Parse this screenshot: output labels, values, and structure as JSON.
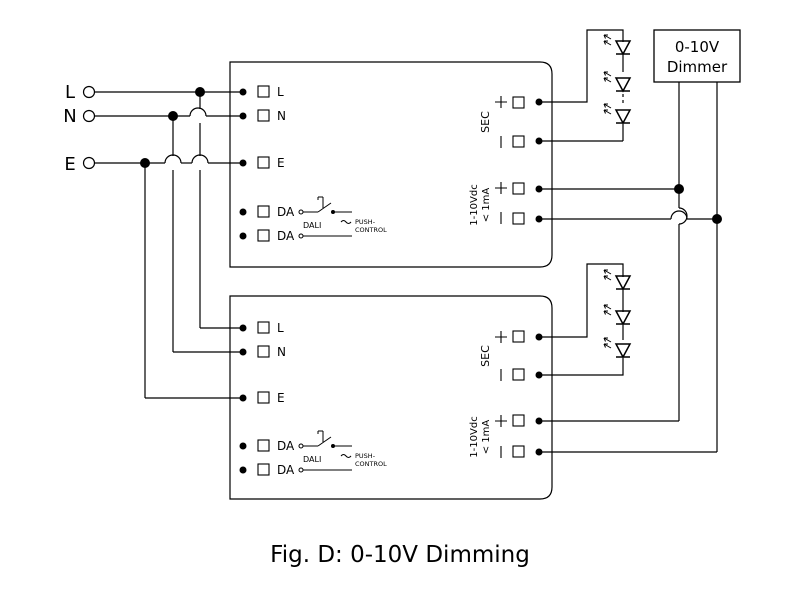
{
  "mains": {
    "line_label": "L",
    "neutral_label": "N",
    "earth_label": "E"
  },
  "dimmer": {
    "label_line1": "0-10V",
    "label_line2": "Dimmer"
  },
  "drivers": [
    {
      "terminals": {
        "l": "L",
        "n": "N",
        "e": "E",
        "da1": "DA",
        "da2": "DA"
      },
      "sec_label": "SEC",
      "dim_label_line1": "1-10Vdc",
      "dim_label_line2": "< 1mA",
      "dali_label": "DALI",
      "push_label_line1": "PUSH-",
      "push_label_line2": "CONTROL"
    },
    {
      "terminals": {
        "l": "L",
        "n": "N",
        "e": "E",
        "da1": "DA",
        "da2": "DA"
      },
      "sec_label": "SEC",
      "dim_label_line1": "1-10Vdc",
      "dim_label_line2": "< 1mA",
      "dali_label": "DALI",
      "push_label_line1": "PUSH-",
      "push_label_line2": "CONTROL"
    }
  ],
  "caption": "Fig. D: 0-10V Dimming"
}
